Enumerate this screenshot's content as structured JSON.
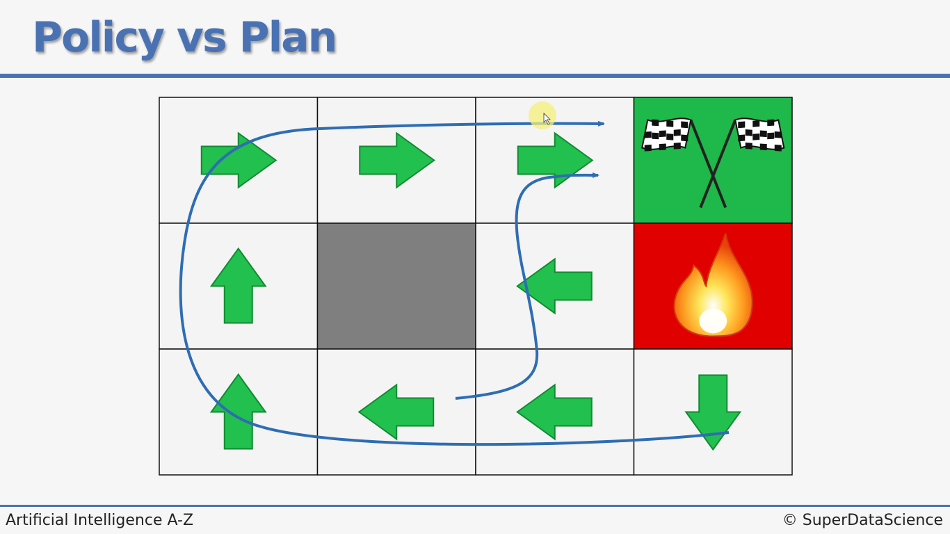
{
  "slide": {
    "title": "Policy vs Plan"
  },
  "footer": {
    "course": "Artificial Intelligence A-Z",
    "copyright": "© SuperDataScience"
  },
  "grid": {
    "rows": 3,
    "cols": 4,
    "cells": [
      {
        "row": 0,
        "col": 0,
        "type": "arrow",
        "direction": "right"
      },
      {
        "row": 0,
        "col": 1,
        "type": "arrow",
        "direction": "right"
      },
      {
        "row": 0,
        "col": 2,
        "type": "arrow",
        "direction": "right"
      },
      {
        "row": 0,
        "col": 3,
        "type": "goal",
        "icon": "checkered-flags-icon"
      },
      {
        "row": 1,
        "col": 0,
        "type": "arrow",
        "direction": "up"
      },
      {
        "row": 1,
        "col": 1,
        "type": "wall"
      },
      {
        "row": 1,
        "col": 2,
        "type": "arrow",
        "direction": "left"
      },
      {
        "row": 1,
        "col": 3,
        "type": "fire",
        "icon": "fire-icon"
      },
      {
        "row": 2,
        "col": 0,
        "type": "arrow",
        "direction": "up"
      },
      {
        "row": 2,
        "col": 1,
        "type": "arrow",
        "direction": "left"
      },
      {
        "row": 2,
        "col": 2,
        "type": "arrow",
        "direction": "left"
      },
      {
        "row": 2,
        "col": 3,
        "type": "arrow",
        "direction": "down"
      }
    ]
  },
  "colors": {
    "title": "#4a72b3",
    "arrow_fill": "#22c04e",
    "arrow_stroke": "#128a32",
    "goal_bg": "#1fb84a",
    "fire_bg": "#e10000",
    "wall_bg": "#7f7f7f",
    "path_line": "#2f6db3",
    "cursor_highlight": "#f5f07a"
  }
}
